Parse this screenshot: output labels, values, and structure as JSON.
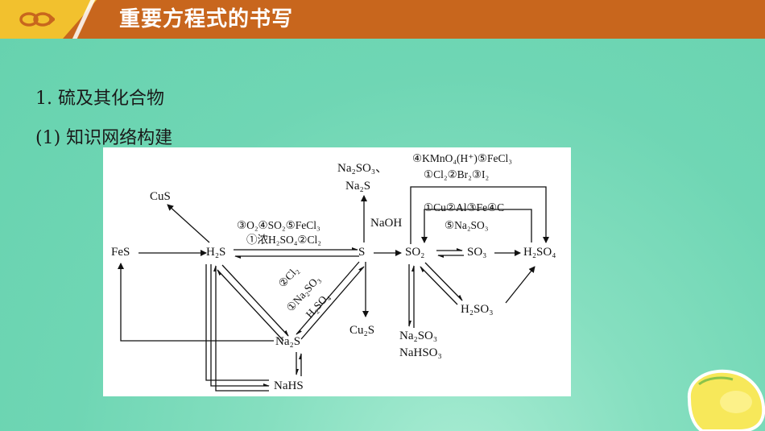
{
  "header": {
    "title": "重要方程式的书写",
    "colors": {
      "bar": "#c8661d",
      "tab": "#f2c12e"
    },
    "logo_icon": "infinity-link-icon"
  },
  "headings": {
    "h1": "1. 硫及其化合物",
    "h2": "(1) 知识网络构建"
  },
  "diagram": {
    "nodes": {
      "fes": "FeS",
      "cus": "CuS",
      "h2s_top": "H₂S",
      "s": "S",
      "so2": "SO₂",
      "so3": "SO₃",
      "h2so4": "H₂SO₄",
      "na2so3_top": "Na₂SO₃、",
      "na2s_top": "Na₂S",
      "naoh": "NaOH",
      "h2so3": "H₂SO₃",
      "na2s": "Na₂S",
      "nahs": "NaHS",
      "cu2s": "Cu₂S",
      "na2so3_bottom": "Na₂SO₃",
      "nahso3": "NaHSO₃"
    },
    "labels": {
      "h2s_to_s_top": "③O₂④SO₂⑤FeCl₃",
      "h2s_to_s_bottom": "①浓H₂SO₄②Cl₂",
      "so2_to_h2so4_top": "④KMnO₄(H⁺)⑤FeCl₃",
      "so2_to_h2so4_bottom": "①Cl₂②Br₂③I₂",
      "h2so4_to_so2_top": "①Cu②Al③Fe④C",
      "h2so4_to_so2_bottom": "⑤Na₂SO₃",
      "diag_1": "②Cl₂",
      "diag_2": "①Na₂SO₃",
      "diag_3": "H₂SO₄"
    }
  },
  "decoration": {
    "lemon_icon": "lemon-slice-icon"
  }
}
